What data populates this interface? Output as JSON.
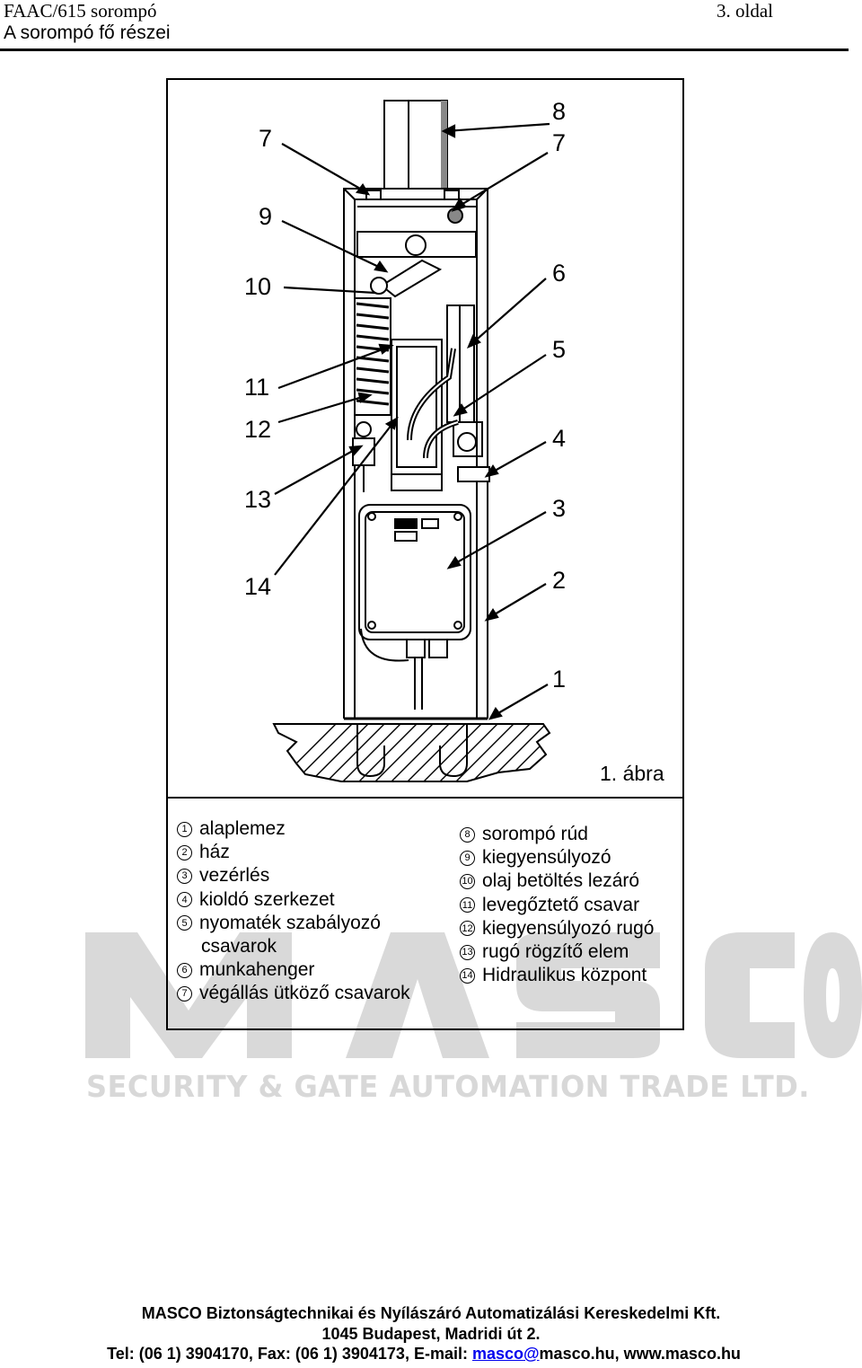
{
  "header": {
    "doc_title": "FAAC/615 sorompó",
    "section_title": "A sorompó fő részei",
    "page_number": "3. oldal"
  },
  "watermark": {
    "logo": "MASCO",
    "tagline": "SECURITY & GATE AUTOMATION TRADE LTD."
  },
  "figure": {
    "caption": "1. ábra",
    "callouts": [
      "1",
      "2",
      "3",
      "4",
      "5",
      "6",
      "7",
      "7",
      "8",
      "9",
      "10",
      "11",
      "12",
      "13",
      "14"
    ]
  },
  "legend": {
    "left": [
      {
        "n": "1",
        "text": "alaplemez"
      },
      {
        "n": "2",
        "text": "ház"
      },
      {
        "n": "3",
        "text": "vezérlés"
      },
      {
        "n": "4",
        "text": "kioldó szerkezet"
      },
      {
        "n": "5",
        "text": "nyomaték szabályozó",
        "cont": "csavarok"
      },
      {
        "n": "6",
        "text": "munkahenger"
      },
      {
        "n": "7",
        "text": "végállás ütköző csavarok"
      }
    ],
    "right": [
      {
        "n": "8",
        "text": "sorompó rúd"
      },
      {
        "n": "9",
        "text": "kiegyensúlyozó"
      },
      {
        "n": "10",
        "text": "olaj betöltés lezáró"
      },
      {
        "n": "11",
        "text": "levegőztető csavar"
      },
      {
        "n": "12",
        "text": "kiegyensúlyozó rugó"
      },
      {
        "n": "13",
        "text": "rugó rögzítő elem"
      },
      {
        "n": "14",
        "text": "Hidraulikus központ"
      }
    ]
  },
  "footer": {
    "line1": "MASCO Biztonságtechnikai és Nyílászáró Automatizálási Kereskedelmi Kft.",
    "line2": "1045 Budapest, Madridi út 2.",
    "line3_prefix": "Tel: (06 1) 3904170, Fax: (06 1) 3904173, E-mail: ",
    "email_link": "masco@",
    "line3_suffix": "masco.hu, www.masco.hu"
  }
}
